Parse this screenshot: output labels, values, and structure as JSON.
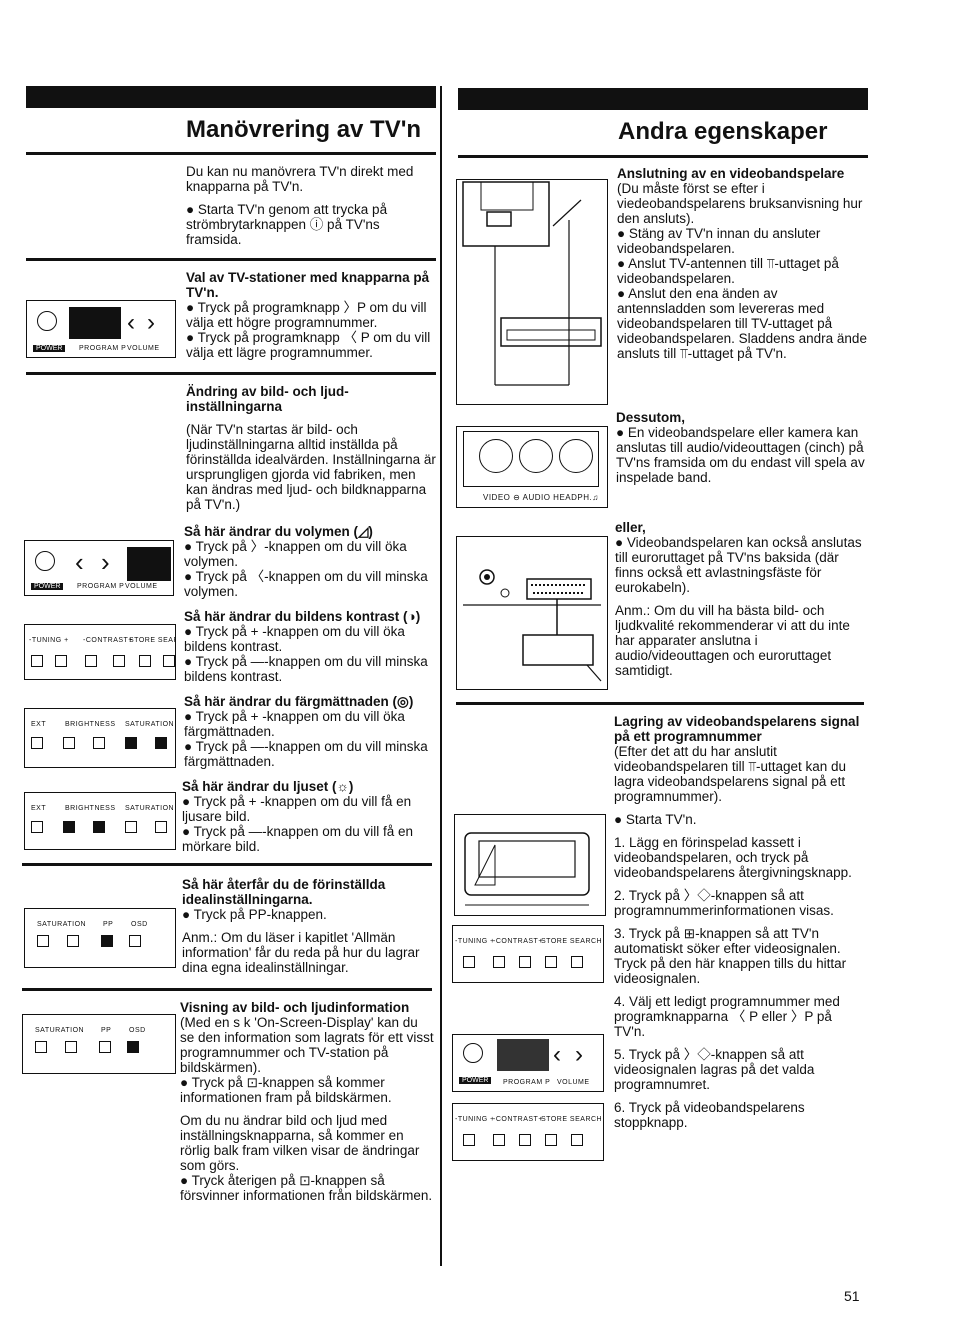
{
  "left": {
    "title": "Manövrering av TV'n",
    "intro": "Du kan nu manövrera TV'n direkt med knapparna på TV'n.",
    "intro_bullet": "● Starta TV'n genom att trycka på strömbrytarknappen ⓘ på TV'ns framsida.",
    "sec1_heading": "Val av TV-stationer med knapparna på TV'n.",
    "sec1_b1": "● Tryck på programknapp 〉P om du vill välja ett högre programnummer.",
    "sec1_b2": "● Tryck på programknapp 〈 P om du vill välja ett lägre programnummer.",
    "sec2_heading": "Ändring av bild- och ljud-inställningarna",
    "sec2_text": "(När TV'n startas är bild- och ljudinställningarna alltid inställda på förinställda idealvärden. Inställningarna är ursprungligen gjorda vid fabriken, men kan ändras med ljud- och bildknapparna på TV'n.)",
    "vol_heading": "Så här ändrar du volymen (◿)",
    "vol_b1": "● Tryck på 〉-knappen om du vill öka volymen.",
    "vol_b2": "● Tryck på 〈-knappen om du vill minska volymen.",
    "con_heading": "Så här ändrar du bildens kontrast (◑)",
    "con_b1": "● Tryck på + -knappen om du vill öka bildens kontrast.",
    "con_b2": "● Tryck på —-knappen om du vill minska bildens kontrast.",
    "sat_heading": "Så här ändrar du färgmättnaden (◎)",
    "sat_b1": "● Tryck på + -knappen om du vill öka färgmättnaden.",
    "sat_b2": "● Tryck på —-knappen om du vill minska färgmättnaden.",
    "bri_heading": "Så här ändrar du ljuset (☼)",
    "bri_b1": "● Tryck på + -knappen om du vill få en ljusare bild.",
    "bri_b2": "● Tryck på —-knappen om du vill få en mörkare bild.",
    "pp_heading": "Så här återfår du de förinställda idealinställningarna.",
    "pp_b1": "● Tryck på PP-knappen.",
    "pp_note": "Anm.: Om du läser i kapitlet 'Allmän information' får du reda på hur du lagrar dina egna idealinställningar.",
    "osd_heading": "Visning av bild- och ljudinformation",
    "osd_text": "(Med en s k 'On-Screen-Display' kan du se den information som lagrats för ett visst programnummer och TV-station på bildskärmen).",
    "osd_b1": "● Tryck på ⊡-knappen så kommer informationen fram på bildskärmen.",
    "osd_p2": "Om du nu ändrar bild och ljud med inställningsknapparna, så kommer en rörlig balk fram vilken visar de ändringar som görs.",
    "osd_b2": "● Tryck återigen på ⊡-knappen så försvinner informationen från bildskärmen."
  },
  "right": {
    "title": "Andra egenskaper",
    "vcr_heading": "Anslutning av en videobandspelare",
    "vcr_text": "(Du måste först se efter i viedeobandspelarens bruksanvisning hur den ansluts).",
    "vcr_b1": "● Stäng av TV'n innan du ansluter videobandspelaren.",
    "vcr_b2": "● Anslut TV-antennen till ⫪-uttaget på videobandspelaren.",
    "vcr_b3": "● Anslut den ena änden av antennsladden som levereras med videobandspelaren till TV-uttaget på videobandspelaren. Sladdens andra ände ansluts till ⫪-uttaget på TV'n.",
    "also_heading": "Dessutom,",
    "also_b1": "● En videobandspelare eller kamera kan anslutas till audio/videouttagen (cinch) på TV'ns framsida om du endast vill spela av inspelade band.",
    "or_heading": "eller,",
    "or_b1": "● Videobandspelaren kan också anslutas till euroruttaget på TV'ns baksida (där finns också ett avlastningsfäste för eurokabeln).",
    "or_note": "Anm.: Om du vill ha bästa bild- och ljudkvalité rekommenderar vi att du inte har apparater anslutna i audio/videouttagen och euroruttaget samtidigt.",
    "store_heading": "Lagring av videobandspelarens signal på ett programnummer",
    "store_text": "(Efter det att du har anslutit videobandspelaren till ⫪-uttaget kan du lagra videobandspelarens signal på ett programnummer).",
    "store_b1": "● Starta TV'n.",
    "step1": "1. Lägg en förinspelad kassett i videobandspelaren, och tryck på videobandspelarens återgivningsknapp.",
    "step2": "2. Tryck på 〉◇-knappen så att programnummerinformationen visas.",
    "step3": "3. Tryck på ⊞-knappen så att TV'n automatiskt söker efter videosignalen. Tryck på den här knappen tills du hittar videosignalen.",
    "step4": "4. Välj ett ledigt programnummer med programknapparna 〈 P eller 〉P på TV'n.",
    "step5": "5. Tryck på 〉◇-knappen så att videosignalen lagras på det valda programnumret.",
    "step6": "6. Tryck på videobandspelarens stoppknapp."
  },
  "panels": {
    "power_label": "POWER",
    "program_label": "PROGRAM P",
    "volume_label": "VOLUME",
    "tuning_label": "-TUNING +",
    "contrast_label": "-CONTRAST+",
    "store_label": "STORE SEARCH",
    "ext_label": "EXT",
    "brightness_label": "BRIGHTNESS",
    "saturation_label": "SATURATION",
    "pp_label": "PP",
    "osd_label": "OSD",
    "av_label": "VIDEO ⊖ AUDIO  HEADPH.♫"
  },
  "page_number": "51"
}
